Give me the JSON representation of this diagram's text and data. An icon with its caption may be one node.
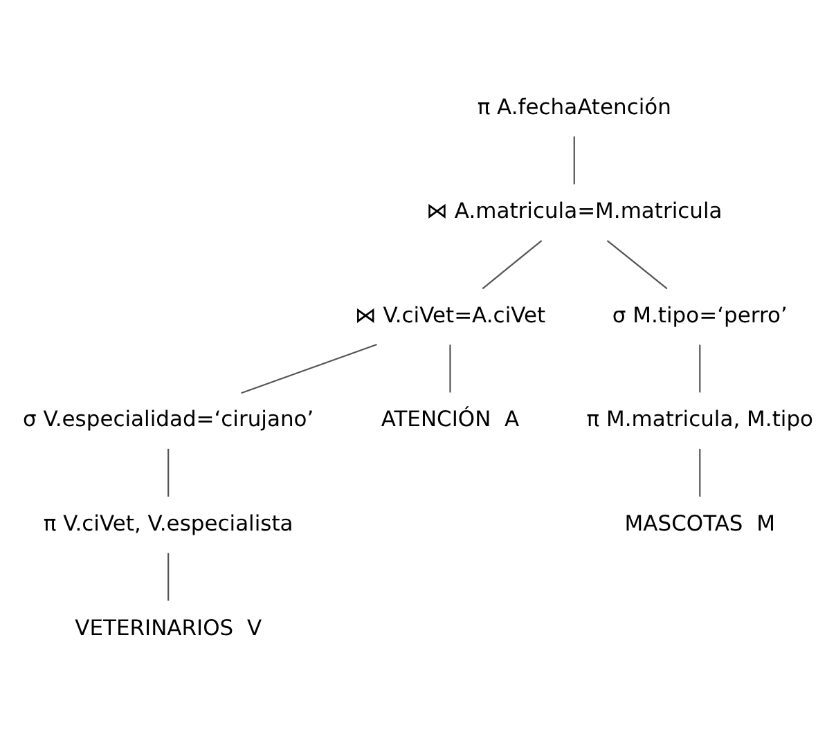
{
  "diagram": {
    "nodes": [
      {
        "text": [
          "π A.fechaAtención"
        ]
      },
      {
        "text": [
          "⋈ A.matricula=M.matricula"
        ]
      },
      {
        "text": [
          "⋈ V.ciVet=A.ciVet"
        ]
      },
      {
        "text": [
          "σ M.tipo=‘perro’"
        ]
      },
      {
        "text": [
          "σ V.especialidad=‘cirujano’"
        ]
      },
      {
        "text": [
          "ATENCIÓN  A"
        ]
      },
      {
        "text": [
          "π M.matricula, M.tipo"
        ]
      },
      {
        "text": [
          "π V.ciVet, V.especialista"
        ]
      },
      {
        "text": [
          "MASCOTAS  M"
        ]
      },
      {
        "text": [
          "VETERINARIOS  V"
        ]
      }
    ],
    "edges": [
      {
        "from": 0,
        "to": 1,
        "arrow": "none"
      },
      {
        "from": 1,
        "to": 2,
        "arrow": "none"
      },
      {
        "from": 1,
        "to": 3,
        "arrow": "none"
      },
      {
        "from": 2,
        "to": 4,
        "arrow": "none"
      },
      {
        "from": 2,
        "to": 5,
        "arrow": "none"
      },
      {
        "from": 3,
        "to": 6,
        "arrow": "none"
      },
      {
        "from": 4,
        "to": 7,
        "arrow": "none"
      },
      {
        "from": 6,
        "to": 8,
        "arrow": "none"
      },
      {
        "from": 7,
        "to": 9,
        "arrow": "none"
      }
    ]
  }
}
